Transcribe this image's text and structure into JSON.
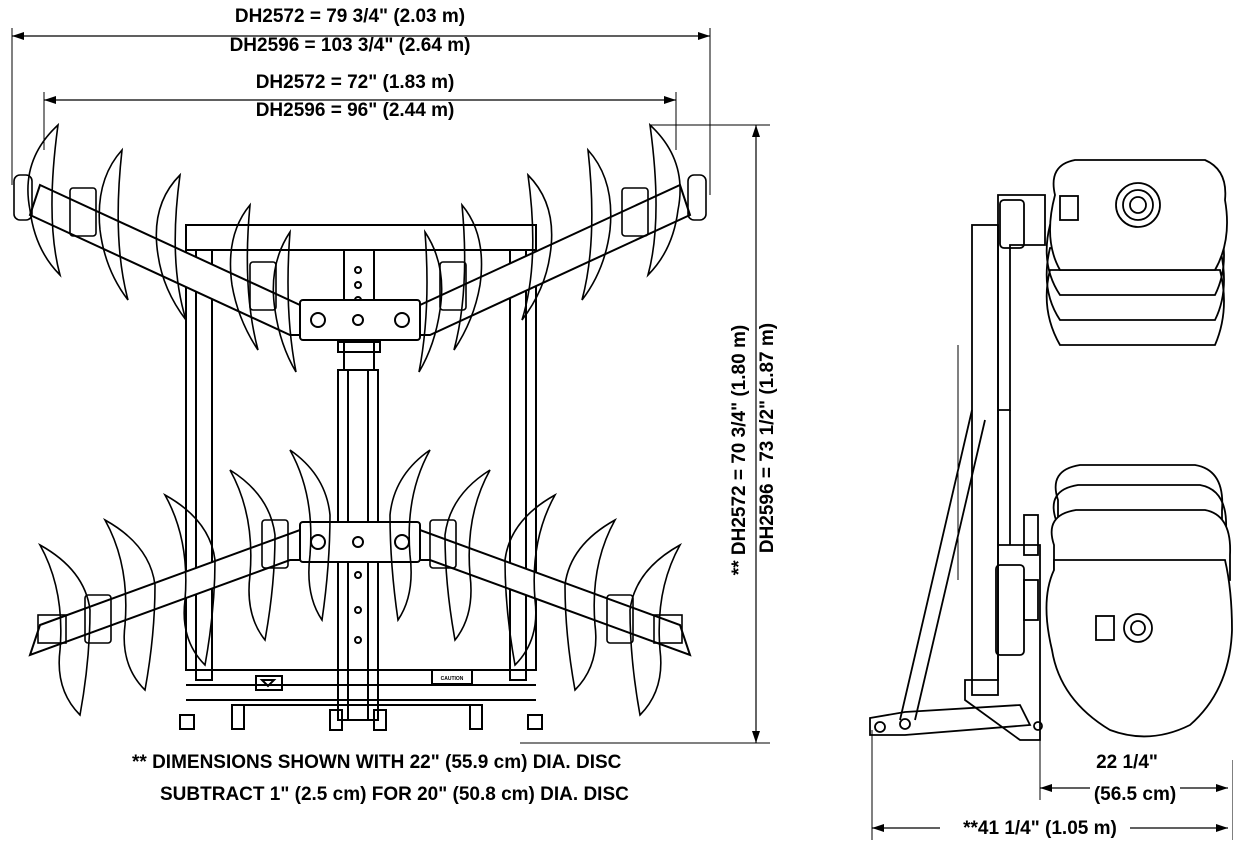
{
  "top_view": {
    "overall_width": {
      "dh2572": "DH2572 = 79 3/4\" (2.03 m)",
      "dh2596": "DH2596 = 103 3/4\" (2.64 m)"
    },
    "cutting_width": {
      "dh2572": "DH2572 = 72\" (1.83 m)",
      "dh2596": "DH2596 = 96\" (2.44 m)"
    },
    "overall_length": {
      "dh2572": "** DH2572 = 70 3/4\" (1.80 m)",
      "dh2596": "DH2596 = 73 1/2\" (1.87 m)"
    },
    "caution_label": "CAUTION"
  },
  "notes": {
    "line1": "** DIMENSIONS SHOWN WITH 22\" (55.9 cm) DIA. DISC",
    "line2": "SUBTRACT 1\" (2.5 cm) FOR 20\" (50.8 cm) DIA. DISC"
  },
  "side_view": {
    "disc_offset_value": "22 1/4\"",
    "disc_offset_metric": "(56.5 cm)",
    "overall_length": "**41 1/4\" (1.05 m)"
  },
  "colors": {
    "line": "#000000",
    "background": "#ffffff"
  }
}
